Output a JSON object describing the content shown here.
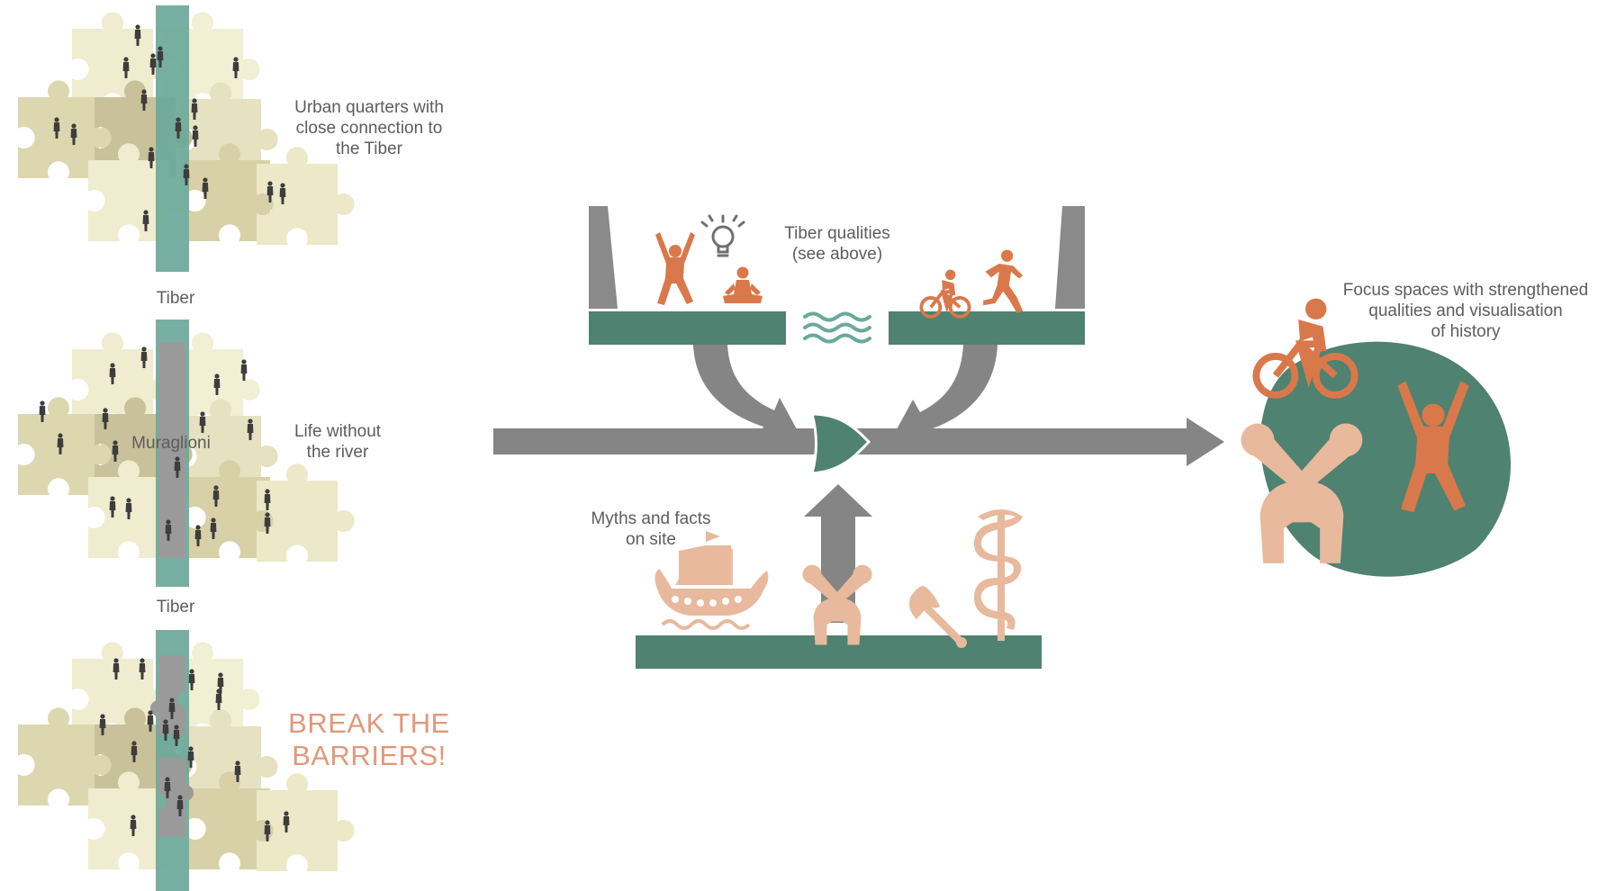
{
  "colors": {
    "river_teal": "#6ba99a",
    "wall_grey": "#8f8f8f",
    "ground_green": "#4f8270",
    "arrow_grey": "#858585",
    "activity_orange": "#d9784a",
    "history_peach": "#e8b99c",
    "puzzle_cream": "#efeccf",
    "puzzle_tan": "#ddd7b0",
    "puzzle_dark": "#c9c19a",
    "people": "#3d3d3d",
    "emphasis": "#e1987a"
  },
  "left_column": {
    "panel1": {
      "label_lines": [
        "Urban quarters with",
        "close connection to",
        "the Tiber"
      ],
      "river_label": "Tiber"
    },
    "panel2": {
      "label_lines": [
        "Life without",
        "the river"
      ],
      "wall_label": "Muraglioni",
      "river_label": "Tiber"
    },
    "panel3": {
      "callout_lines": [
        "BREAK THE",
        "BARRIERS!"
      ]
    }
  },
  "center": {
    "tiber_qualities_lines": [
      "Tiber qualities",
      "(see above)"
    ],
    "myths_lines": [
      "Myths and facts",
      "on site"
    ],
    "top_icons": [
      "person-cheering-icon",
      "lightbulb-icon",
      "meditating-person-icon",
      "water-waves-icon",
      "cyclist-icon",
      "runner-icon"
    ],
    "bottom_icons": [
      "viking-ship-icon",
      "crossed-clubs-helmet-icon",
      "battle-axe-icon",
      "staff-of-asclepius-icon"
    ]
  },
  "right": {
    "focus_lines": [
      "Focus spaces with strengthened",
      "qualities and visualisation",
      "of history"
    ],
    "icons": [
      "cyclist-icon",
      "crossed-clubs-helmet-icon",
      "person-cheering-icon"
    ]
  }
}
